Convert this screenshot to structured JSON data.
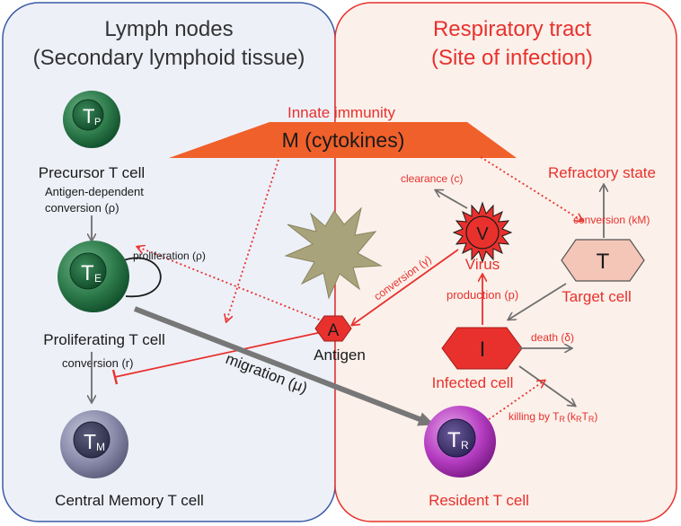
{
  "panels": {
    "lymph": {
      "title_line1": "Lymph nodes",
      "title_line2": "(Secondary lymphoid tissue)"
    },
    "resp": {
      "title_line1": "Respiratory tract",
      "title_line2": "(Site of infection)"
    }
  },
  "innate": {
    "label": "Innate immunity",
    "box_label": "M (cytokines)"
  },
  "cells": {
    "precursor": {
      "glyph": "T",
      "sub": "P",
      "label": "Precursor T cell"
    },
    "proliferating": {
      "glyph": "T",
      "sub": "E",
      "label": "Proliferating T cell"
    },
    "memory": {
      "glyph": "T",
      "sub": "M",
      "label": "Central Memory T cell"
    },
    "resident": {
      "glyph": "T",
      "sub": "R",
      "label": "Resident T cell"
    },
    "antigen": {
      "glyph": "A",
      "label": "Antigen"
    },
    "virus": {
      "glyph": "V",
      "label": "Virus"
    },
    "target": {
      "glyph": "T",
      "label": "Target cell"
    },
    "infected": {
      "glyph": "I",
      "label": "Infected cell"
    }
  },
  "processes": {
    "ag_conv_1": "Antigen-dependent",
    "ag_conv_2": "conversion (ρ)",
    "proliferation": "proliferation (ρ)",
    "conversion_r": "conversion (r)",
    "migration": "migration (μ)",
    "clearance": "clearance (c)",
    "refractory": "Refractory state",
    "conversion_km": "conversion (kM)",
    "conversion_gamma": "conversion (γ)",
    "production": "production (p)",
    "death": "death (δ)",
    "killing_prefix": "killing by T",
    "killing_sub1": "R",
    "killing_mid": "(k",
    "killing_sub2": "R",
    "killing_mid2": "T",
    "killing_sub3": "R",
    "killing_end": ")"
  },
  "colors": {
    "red": "#e8312d",
    "blue_border": "#3a5aa6",
    "lymph_bg": "#eef0f8",
    "resp_bg": "#fbf0ea",
    "orange": "#f0602a",
    "gray": "#6e6e6e"
  }
}
